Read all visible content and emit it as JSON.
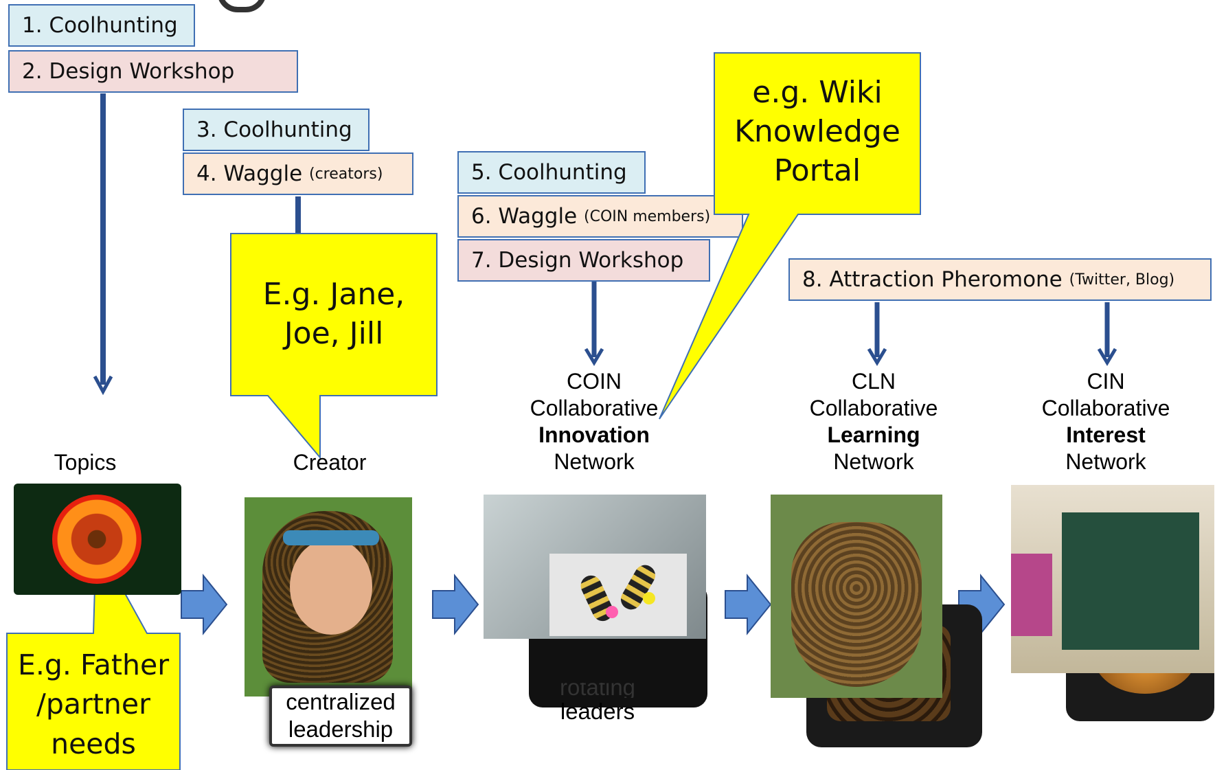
{
  "steps": {
    "s1": {
      "text": "1. Coolhunting"
    },
    "s2": {
      "text": "2. Design Workshop"
    },
    "s3": {
      "text": "3. Coolhunting"
    },
    "s4": {
      "text": "4. Waggle",
      "note": "(creators)"
    },
    "s5": {
      "text": "5. Coolhunting"
    },
    "s6": {
      "text": "6. Waggle",
      "note": "(COIN members)"
    },
    "s7": {
      "text": "7. Design Workshop"
    },
    "s8": {
      "text": "8. Attraction Pheromone",
      "note": "(Twitter, Blog)"
    }
  },
  "callouts": {
    "wiki": [
      "e.g. Wiki",
      "Knowledge",
      "Portal"
    ],
    "names": [
      "E.g. Jane,",
      "Joe, Jill"
    ],
    "needs": [
      "E.g. Father",
      "/partner",
      "needs"
    ]
  },
  "stages": {
    "topics": "Topics",
    "creator": "Creator",
    "coin": {
      "abbr": "COIN",
      "line1": "Collaborative",
      "bold": "Innovation",
      "line3": "Network"
    },
    "cln": {
      "abbr": "CLN",
      "line1": "Collaborative",
      "bold": "Learning",
      "line3": "Network"
    },
    "cin": {
      "abbr": "CIN",
      "line1": "Collaborative",
      "bold": "Interest",
      "line3": "Network"
    }
  },
  "captions": {
    "centralized": [
      "centralized",
      "leadership"
    ],
    "rotating": [
      "rotating",
      "leaders"
    ]
  },
  "colors": {
    "callout_fill": "#ffff00",
    "box_border": "#3f6fb3",
    "arrow_fill": "#5b8fd6"
  }
}
